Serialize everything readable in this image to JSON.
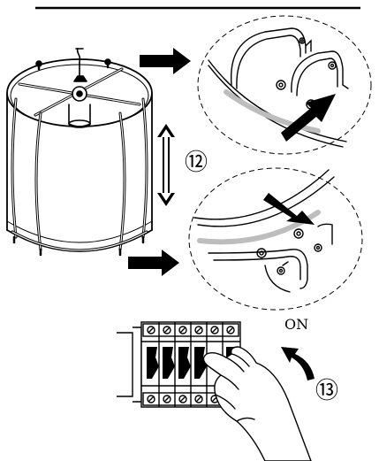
{
  "steps": {
    "step_12": "⑫",
    "step_13": "⑬"
  },
  "switch_state_label": "ON",
  "colors": {
    "ink": "#000000",
    "paper": "#ffffff",
    "light_gray": "#bdbdbd"
  },
  "icons": {
    "lamp": "lamp-shade-icon",
    "detail_top": "detail-callout-top",
    "detail_bottom": "detail-callout-bottom",
    "breaker": "breaker-panel-icon",
    "hand": "hand-icon"
  }
}
